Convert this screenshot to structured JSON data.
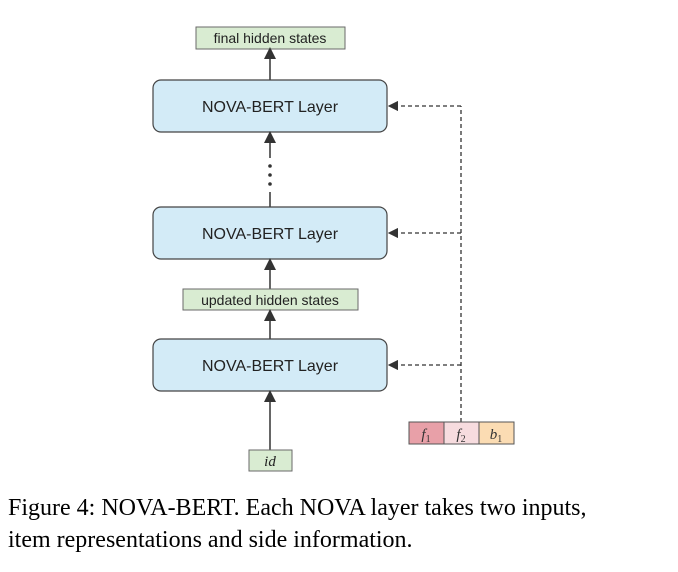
{
  "diagram": {
    "top_label": "final hidden states",
    "layers": [
      "NOVA-BERT Layer",
      "NOVA-BERT Layer",
      "NOVA-BERT Layer"
    ],
    "middle_label": "updated hidden states",
    "input_label": "id",
    "side_inputs": [
      {
        "label": "f",
        "sub": "1",
        "color": "#e8a0a8"
      },
      {
        "label": "f",
        "sub": "2",
        "color": "#f7dcdf"
      },
      {
        "label": "b",
        "sub": "1",
        "color": "#fbdcb3"
      }
    ],
    "colors": {
      "layer_fill": "#d3ebf7",
      "label_fill": "#d9ecd2"
    }
  },
  "caption": {
    "line1": "Figure 4: NOVA-BERT. Each NOVA layer takes two inputs,",
    "line2": "item representations and side information."
  }
}
